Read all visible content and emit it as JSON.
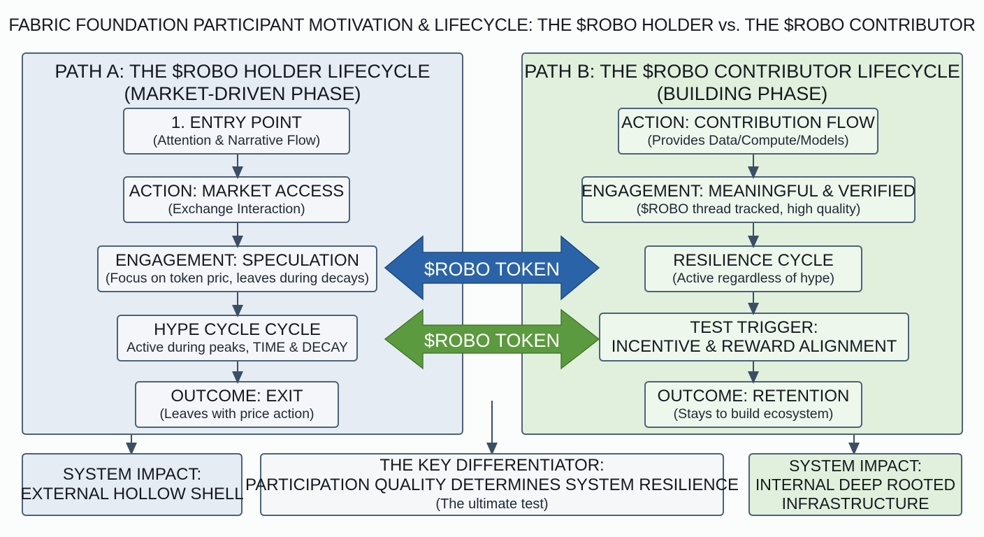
{
  "title": "FABRIC FOUNDATION PARTICIPANT MOTIVATION & LIFECYCLE: THE $ROBO HOLDER vs. THE $ROBO CONTRIBUTOR",
  "path_a": {
    "title_line1": "PATH A: THE $ROBO HOLDER LIFECYCLE",
    "title_line2": "(MARKET-DRIVEN PHASE)",
    "steps": [
      {
        "heading": "1. ENTRY POINT",
        "sub": "(Attention & Narrative Flow)"
      },
      {
        "heading": "ACTION: MARKET ACCESS",
        "sub": "(Exchange Interaction)"
      },
      {
        "heading": "ENGAGEMENT: SPECULATION",
        "sub": "(Focus on token pric, leaves during decays)"
      },
      {
        "heading": "HYPE CYCLE CYCLE",
        "sub": "Active during peaks, TIME & DECAY"
      },
      {
        "heading": "OUTCOME: EXIT",
        "sub": "(Leaves with price action)"
      }
    ],
    "impact_line1": "SYSTEM IMPACT:",
    "impact_line2": "EXTERNAL HOLLOW SHELL"
  },
  "path_b": {
    "title_line1": "PATH B: THE $ROBO CONTRIBUTOR LIFECYCLE",
    "title_line2": "(BUILDING PHASE)",
    "steps": [
      {
        "heading": "ACTION: CONTRIBUTION FLOW",
        "sub": "(Provides Data/Compute/Models)"
      },
      {
        "heading": "ENGAGEMENT: MEANINGFUL & VERIFIED",
        "sub": "($ROBO thread tracked, high quality)"
      },
      {
        "heading": "RESILIENCE CYCLE",
        "sub": "(Active regardless of hype)"
      },
      {
        "heading": "TEST TRIGGER:",
        "sub": "INCENTIVE & REWARD ALIGNMENT"
      },
      {
        "heading": "OUTCOME: RETENTION",
        "sub": "(Stays to build ecosystem)"
      }
    ],
    "impact_line1": "SYSTEM IMPACT:",
    "impact_line2": "INTERNAL DEEP ROOTED",
    "impact_line3": "INFRASTRUCTURE"
  },
  "tokens": {
    "blue_label": "$ROBO TOKEN",
    "green_label": "$ROBO TOKEN",
    "blue_color": "#2a63a8",
    "green_color": "#5b9a3e"
  },
  "differentiator": {
    "line1": "THE KEY DIFFERENTIATOR:",
    "line2": "PARTICIPATION QUALITY DETERMINES SYSTEM RESILIENCE",
    "line3": "(The ultimate test)"
  }
}
